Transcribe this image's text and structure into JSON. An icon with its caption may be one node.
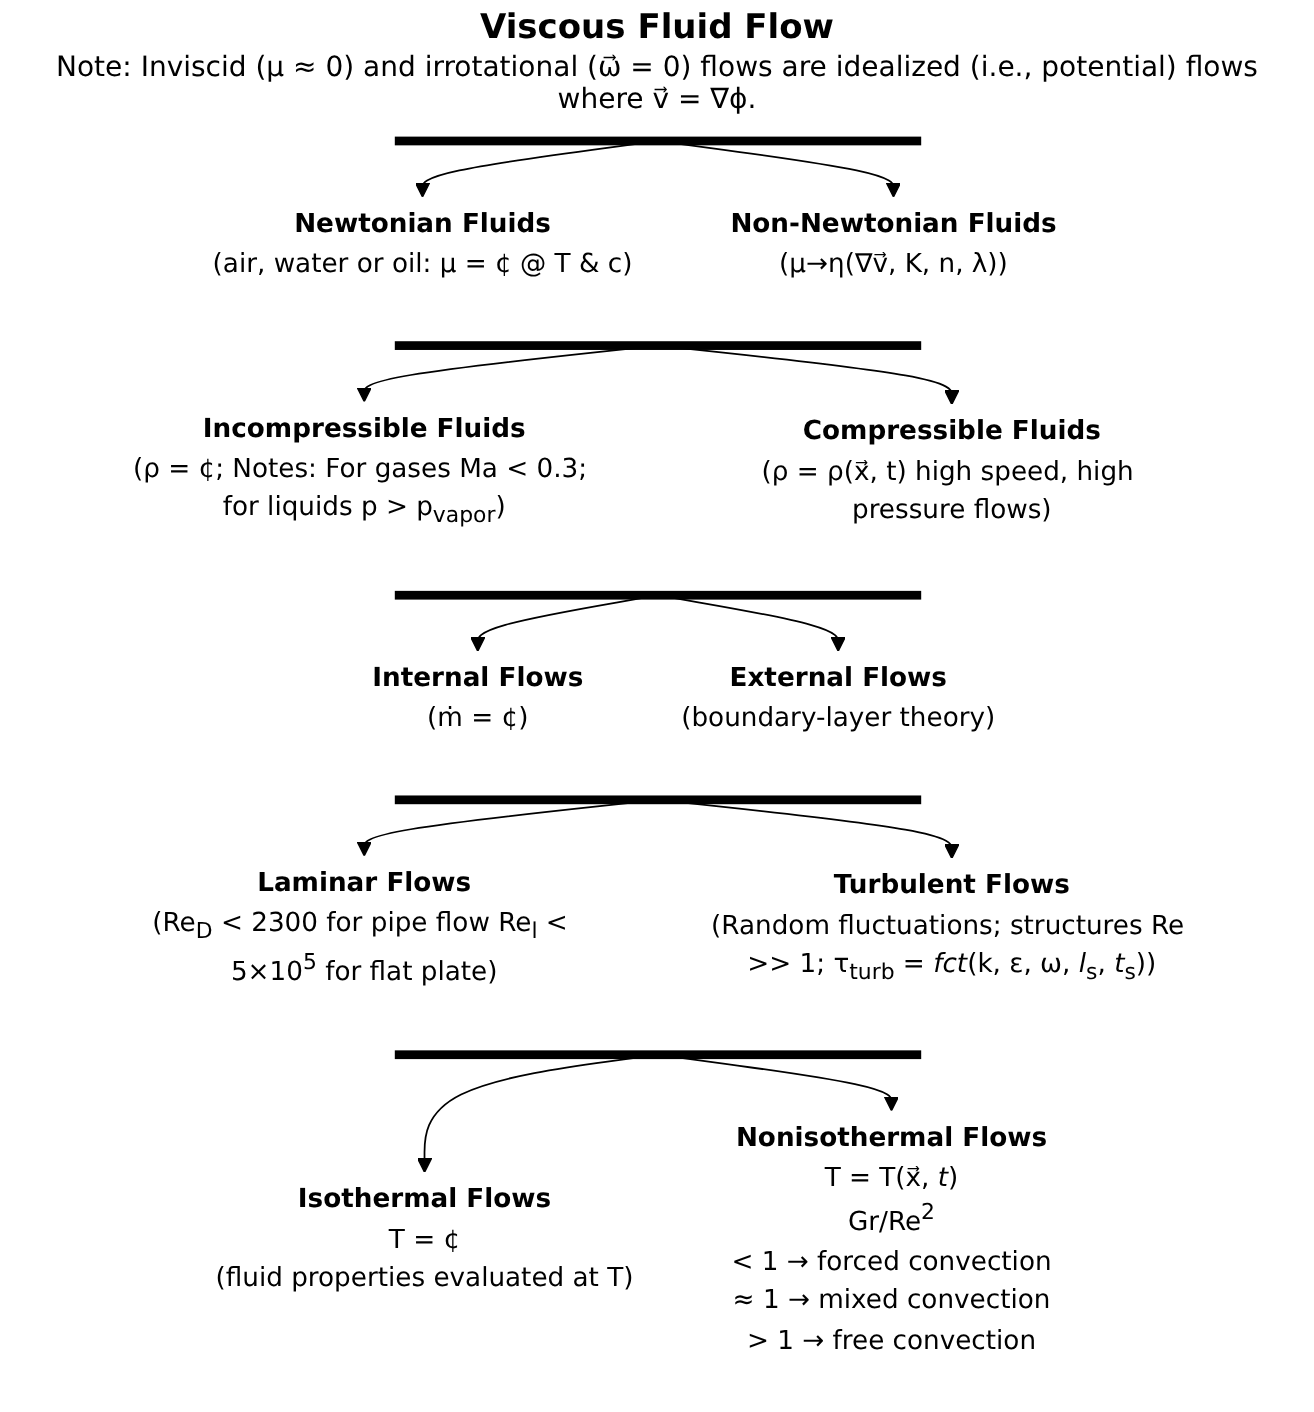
{
  "diagram": {
    "title": "Viscous Fluid Flow",
    "nodes": [
      {
        "text": [],
        "shape": "bar"
      },
      {
        "text": [
          "Newtonian Fluids",
          "(air, water or oil: μ = ¢ @ T & c)"
        ]
      },
      {
        "text": [
          "Non-Newtonian Fluids",
          "(μ→η(∇v⃗, K, n, λ))"
        ]
      },
      {
        "text": [],
        "shape": "bar"
      },
      {
        "text": [
          "Incompressible Fluids",
          "(ρ = ¢; Notes: For gases Ma < 0.3; for liquids p > p$_{vapor}$)"
        ]
      },
      {
        "text": [
          "Compressible Fluids",
          "(ρ = ρ(x⃗, t) high speed, high pressure flows)"
        ]
      },
      {
        "text": [],
        "shape": "bar"
      },
      {
        "text": [
          "Internal Flows",
          "(ṁ = ¢)"
        ]
      },
      {
        "text": [
          "External Flows",
          "(boundary-layer theory)"
        ]
      },
      {
        "text": [],
        "shape": "bar"
      },
      {
        "text": [
          "Laminar Flows",
          "(Re$_{D}$ < 2300 for pipe flow Re$_{l}$ < 5×10$^{5}$ for flat plate)"
        ]
      },
      {
        "text": [
          "Turbulent Flows",
          "(Random fluctuations; structures Re >> 1; τ$_{turb}$ = *fct*(k, ε, ω, *l*$_{s}$, *t*$_{s}$))"
        ]
      },
      {
        "text": [],
        "shape": "bar"
      },
      {
        "text": [
          "Isothermal Flows",
          "T = ¢",
          "(fluid properties evaluated at T)"
        ]
      },
      {
        "text": [
          "Nonisothermal Flows",
          "T = T(x⃗, *t*)",
          "Gr/Re$^{2}$",
          "< 1 → forced convection",
          "≈ 1 → mixed convection",
          "> 1 → free convection"
        ]
      }
    ],
    "edges": [
      {
        "from": 0,
        "to": 1,
        "arrow": "to"
      },
      {
        "from": 0,
        "to": 2,
        "arrow": "to"
      },
      {
        "from": 3,
        "to": 4,
        "arrow": "to"
      },
      {
        "from": 3,
        "to": 5,
        "arrow": "to"
      },
      {
        "from": 6,
        "to": 7,
        "arrow": "to"
      },
      {
        "from": 6,
        "to": 8,
        "arrow": "to"
      },
      {
        "from": 9,
        "to": 10,
        "arrow": "to"
      },
      {
        "from": 9,
        "to": 11,
        "arrow": "to"
      },
      {
        "from": 12,
        "to": 13,
        "arrow": "to"
      },
      {
        "from": 12,
        "to": 14,
        "arrow": "to"
      }
    ],
    "labels": [
      "Note: Inviscid (μ ≈ 0) and irrotational (ω⃗ = 0) flows are idealized (i.e., potential) flows where v⃗ = ∇ϕ."
    ]
  }
}
